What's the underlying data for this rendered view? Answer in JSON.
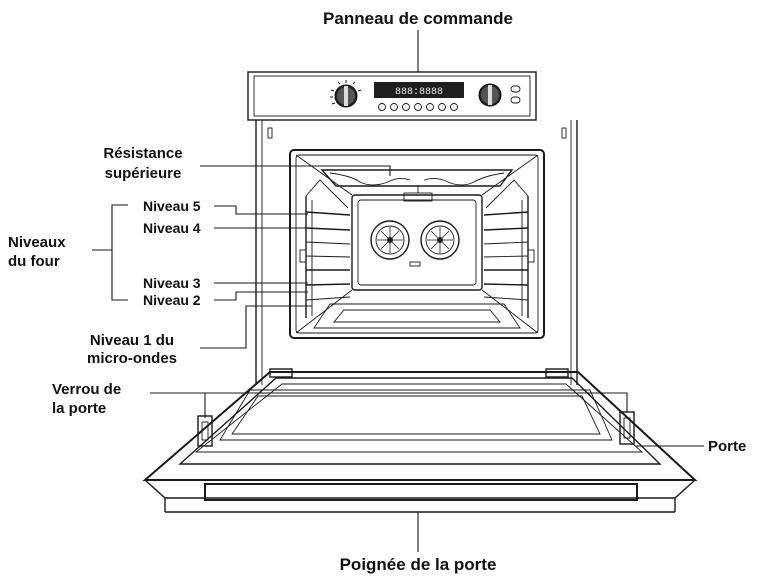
{
  "diagram": {
    "labels": {
      "control_panel": "Panneau de commande",
      "top_element_1": "Résistance",
      "top_element_2": "supérieure",
      "oven_levels_1": "Niveaux",
      "oven_levels_2": "du four",
      "level_5": "Niveau 5",
      "level_4": "Niveau 4",
      "level_3": "Niveau 3",
      "level_2": "Niveau 2",
      "microwave_level_1": "Niveau 1 du",
      "microwave_level_2": "micro-ondes",
      "door_lock_1": "Verrou de",
      "door_lock_2": "la porte",
      "door": "Porte",
      "door_handle": "Poignée de la porte"
    },
    "display_text": "888:8888"
  }
}
